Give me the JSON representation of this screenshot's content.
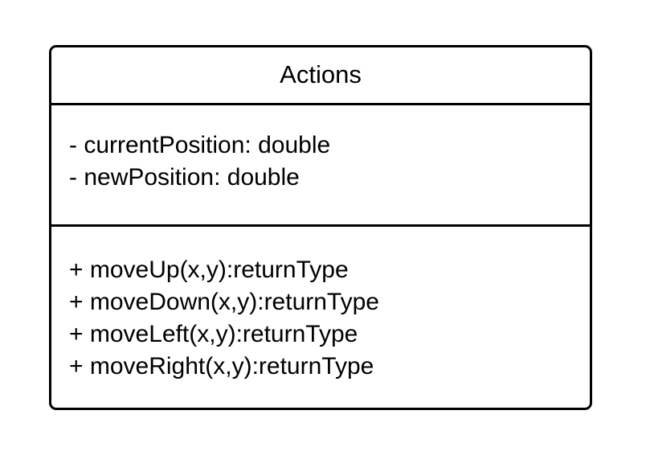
{
  "class": {
    "name": "Actions",
    "attributes": [
      "- currentPosition: double",
      "- newPosition: double"
    ],
    "operations": [
      "+ moveUp(x,y):returnType",
      "+ moveDown(x,y):returnType",
      "+ moveLeft(x,y):returnType",
      "+ moveRight(x,y):returnType"
    ]
  }
}
